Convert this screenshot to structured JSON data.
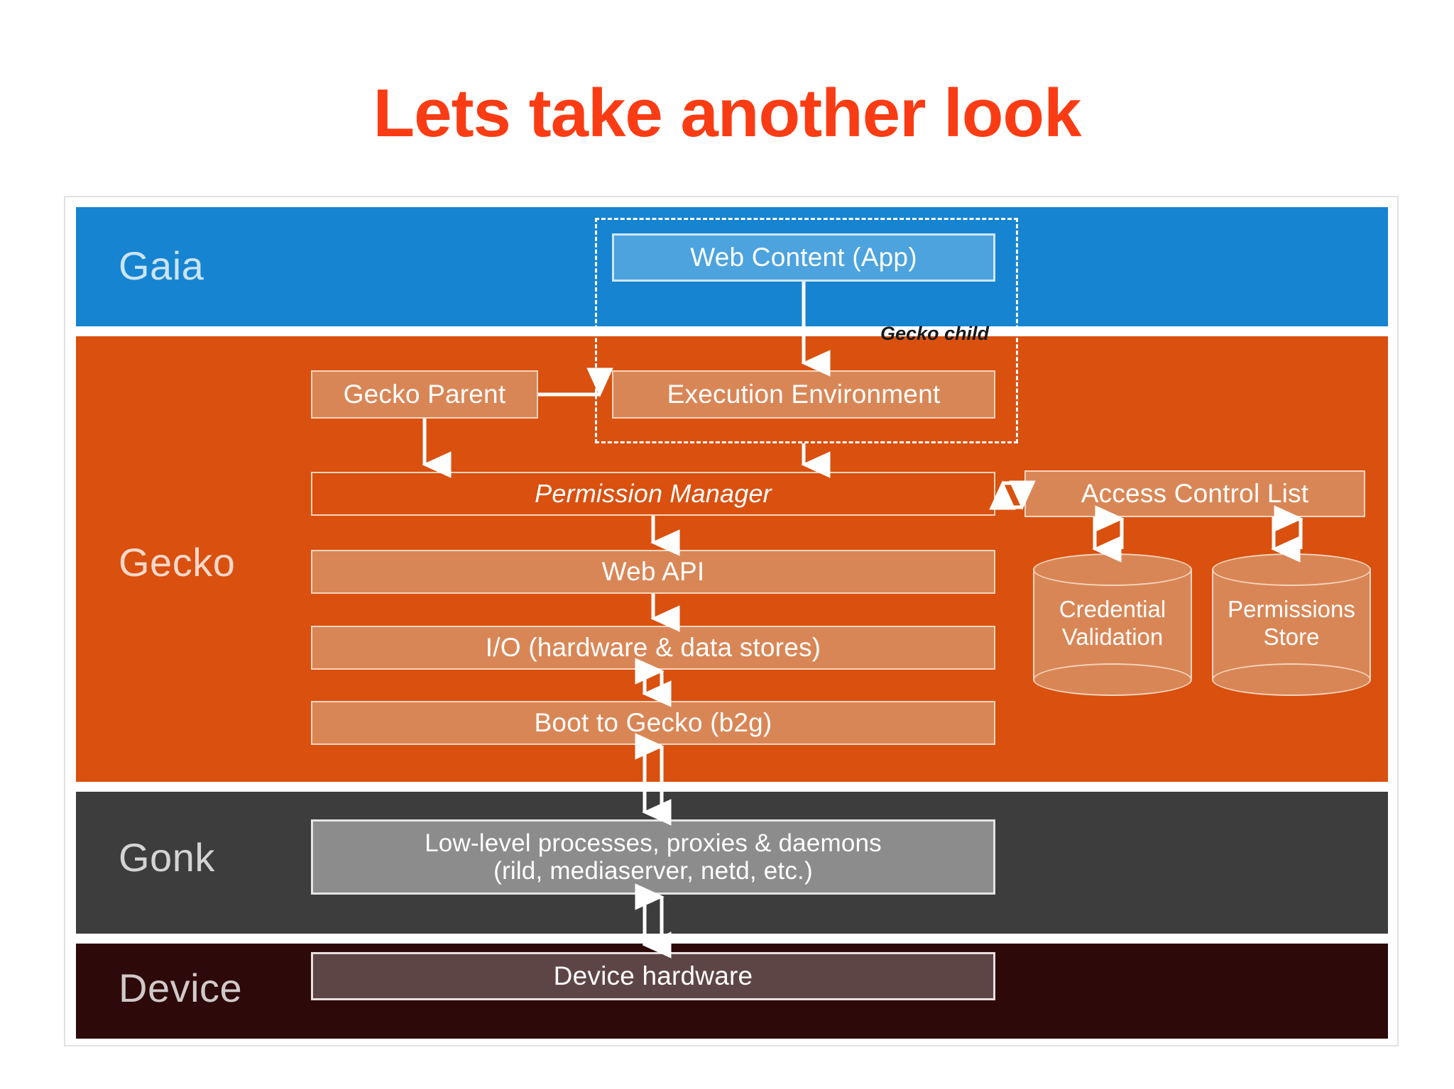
{
  "title": "Lets take another look",
  "diagram": {
    "layers": [
      {
        "key": "gaia",
        "label": "Gaia",
        "color": "#1684d0"
      },
      {
        "key": "gecko",
        "label": "Gecko",
        "color": "#d9500f"
      },
      {
        "key": "gonk",
        "label": "Gonk",
        "color": "#3d3d3d"
      },
      {
        "key": "device",
        "label": "Device",
        "color": "#2d0909"
      }
    ],
    "gaia": {
      "web_content": "Web Content (App)"
    },
    "gecko": {
      "child_region_label": "Gecko child",
      "gecko_parent": "Gecko Parent",
      "execution_environment": "Execution Environment",
      "permission_manager": "Permission Manager",
      "access_control_list": "Access Control List",
      "web_api": "Web API",
      "io": "I/O (hardware & data stores)",
      "b2g": "Boot to Gecko (b2g)",
      "stores": [
        {
          "name": "Credential Validation",
          "line1": "Credential",
          "line2": "Validation"
        },
        {
          "name": "Permissions Store",
          "line1": "Permissions",
          "line2": "Store"
        }
      ]
    },
    "gonk": {
      "processes_line1": "Low-level processes, proxies & daemons",
      "processes_line2": "(rild, mediaserver, netd, etc.)"
    },
    "device": {
      "device_hardware": "Device hardware"
    },
    "colors": {
      "title": "#fa3c14",
      "gaia_band": "#1684d0",
      "gaia_box": "#4ca3dd",
      "gecko_band": "#d9500f",
      "gecko_box": "#d98656",
      "gonk_band": "#3d3d3d",
      "gonk_box": "#8c8c8c",
      "device_band": "#2d0909",
      "device_box": "#5e4545",
      "arrow": "#ffffff"
    }
  }
}
